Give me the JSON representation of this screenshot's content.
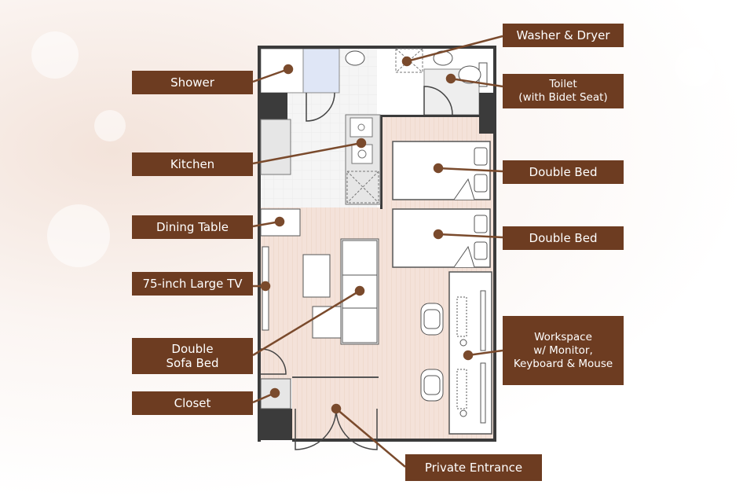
{
  "labels": {
    "shower": "Shower",
    "kitchen": "Kitchen",
    "dining_table": "Dining Table",
    "tv": "75-inch Large TV",
    "sofa_bed": [
      "Double",
      "Sofa Bed"
    ],
    "closet": "Closet",
    "washer_dryer": "Washer & Dryer",
    "toilet": [
      "Toilet",
      "(with Bidet Seat)"
    ],
    "double_bed_1": "Double Bed",
    "double_bed_2": "Double Bed",
    "workspace": [
      "Workspace",
      "w/ Monitor,",
      "Keyboard & Mouse"
    ],
    "private_entrance": "Private Entrance"
  },
  "colors": {
    "label_bg": "#6d3c21",
    "leader_line": "#7a4a2c",
    "wall": "#3b3b3b",
    "floor_wood": "#f4e2d9",
    "tile": "#e4e4e4"
  }
}
